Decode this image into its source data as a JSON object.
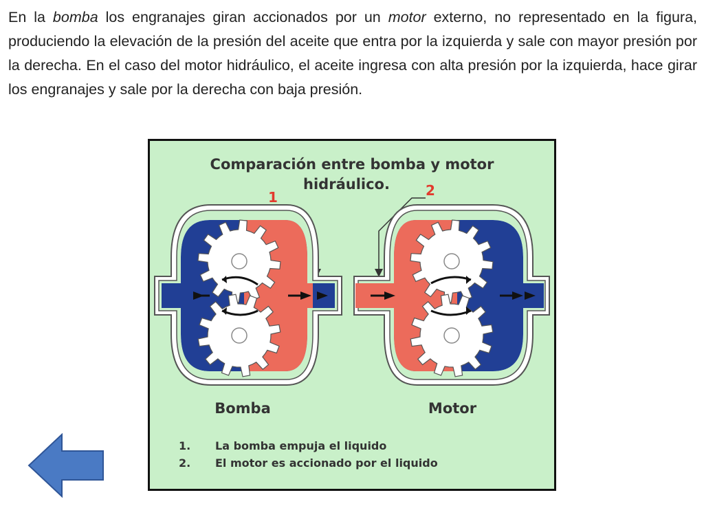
{
  "slide": {
    "paragraph": [
      {
        "text": "En la ",
        "italic": false
      },
      {
        "text": "bomba",
        "italic": true
      },
      {
        "text": " los engranajes giran accionados por un ",
        "italic": false
      },
      {
        "text": "motor",
        "italic": true
      },
      {
        "text": " externo, no representado en la figura, produciendo la elevación de la presión del aceite que entra por la izquierda y sale con mayor presión por la derecha. En el caso del motor hidráulico, el aceite ingresa con alta presión por la izquierda, hace girar los engranajes y sale por la derecha con baja presión.",
        "italic": false
      }
    ]
  },
  "diagram": {
    "title_line1": "Comparación entre bomba y motor",
    "title_line2": "hidráulico.",
    "marker_1": "1",
    "marker_2": "2",
    "label_pump": "Bomba",
    "label_motor": "Motor",
    "legend": [
      {
        "num": "1.",
        "text": "La bomba empuja el liquido"
      },
      {
        "num": "2.",
        "text": "El motor es accionado por el liquido"
      }
    ],
    "colors": {
      "background": "#c9f0c9",
      "high_pressure": "#ec6b5b",
      "low_pressure": "#213f95",
      "marker": "#e23b2e",
      "gear": "#ffffff",
      "outline": "#555555"
    }
  },
  "nav": {
    "back_icon": "left-arrow-icon",
    "back_color": "#4a7ac4"
  }
}
